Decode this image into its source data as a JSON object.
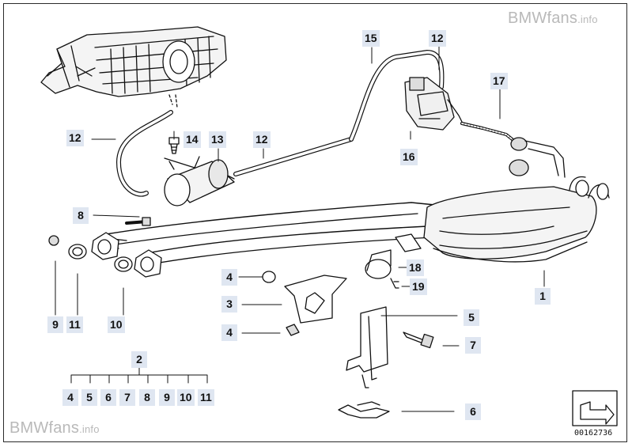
{
  "watermark": {
    "brand": "BMWfans",
    "suffix": ".info"
  },
  "document_number": "00162736",
  "callouts": {
    "c15": "15",
    "c12_top": "12",
    "c17": "17",
    "c12_left": "12",
    "c14": "14",
    "c13": "13",
    "c12_mid": "12",
    "c16": "16",
    "c8": "8",
    "c18": "18",
    "c19": "19",
    "c4_upper": "4",
    "c3": "3",
    "c4_lower": "4",
    "c1": "1",
    "c5": "5",
    "c7": "7",
    "c9": "9",
    "c11": "11",
    "c10": "10",
    "c2": "2",
    "c6": "6"
  },
  "kit_items": [
    "4",
    "5",
    "6",
    "7",
    "8",
    "9",
    "10",
    "11"
  ]
}
